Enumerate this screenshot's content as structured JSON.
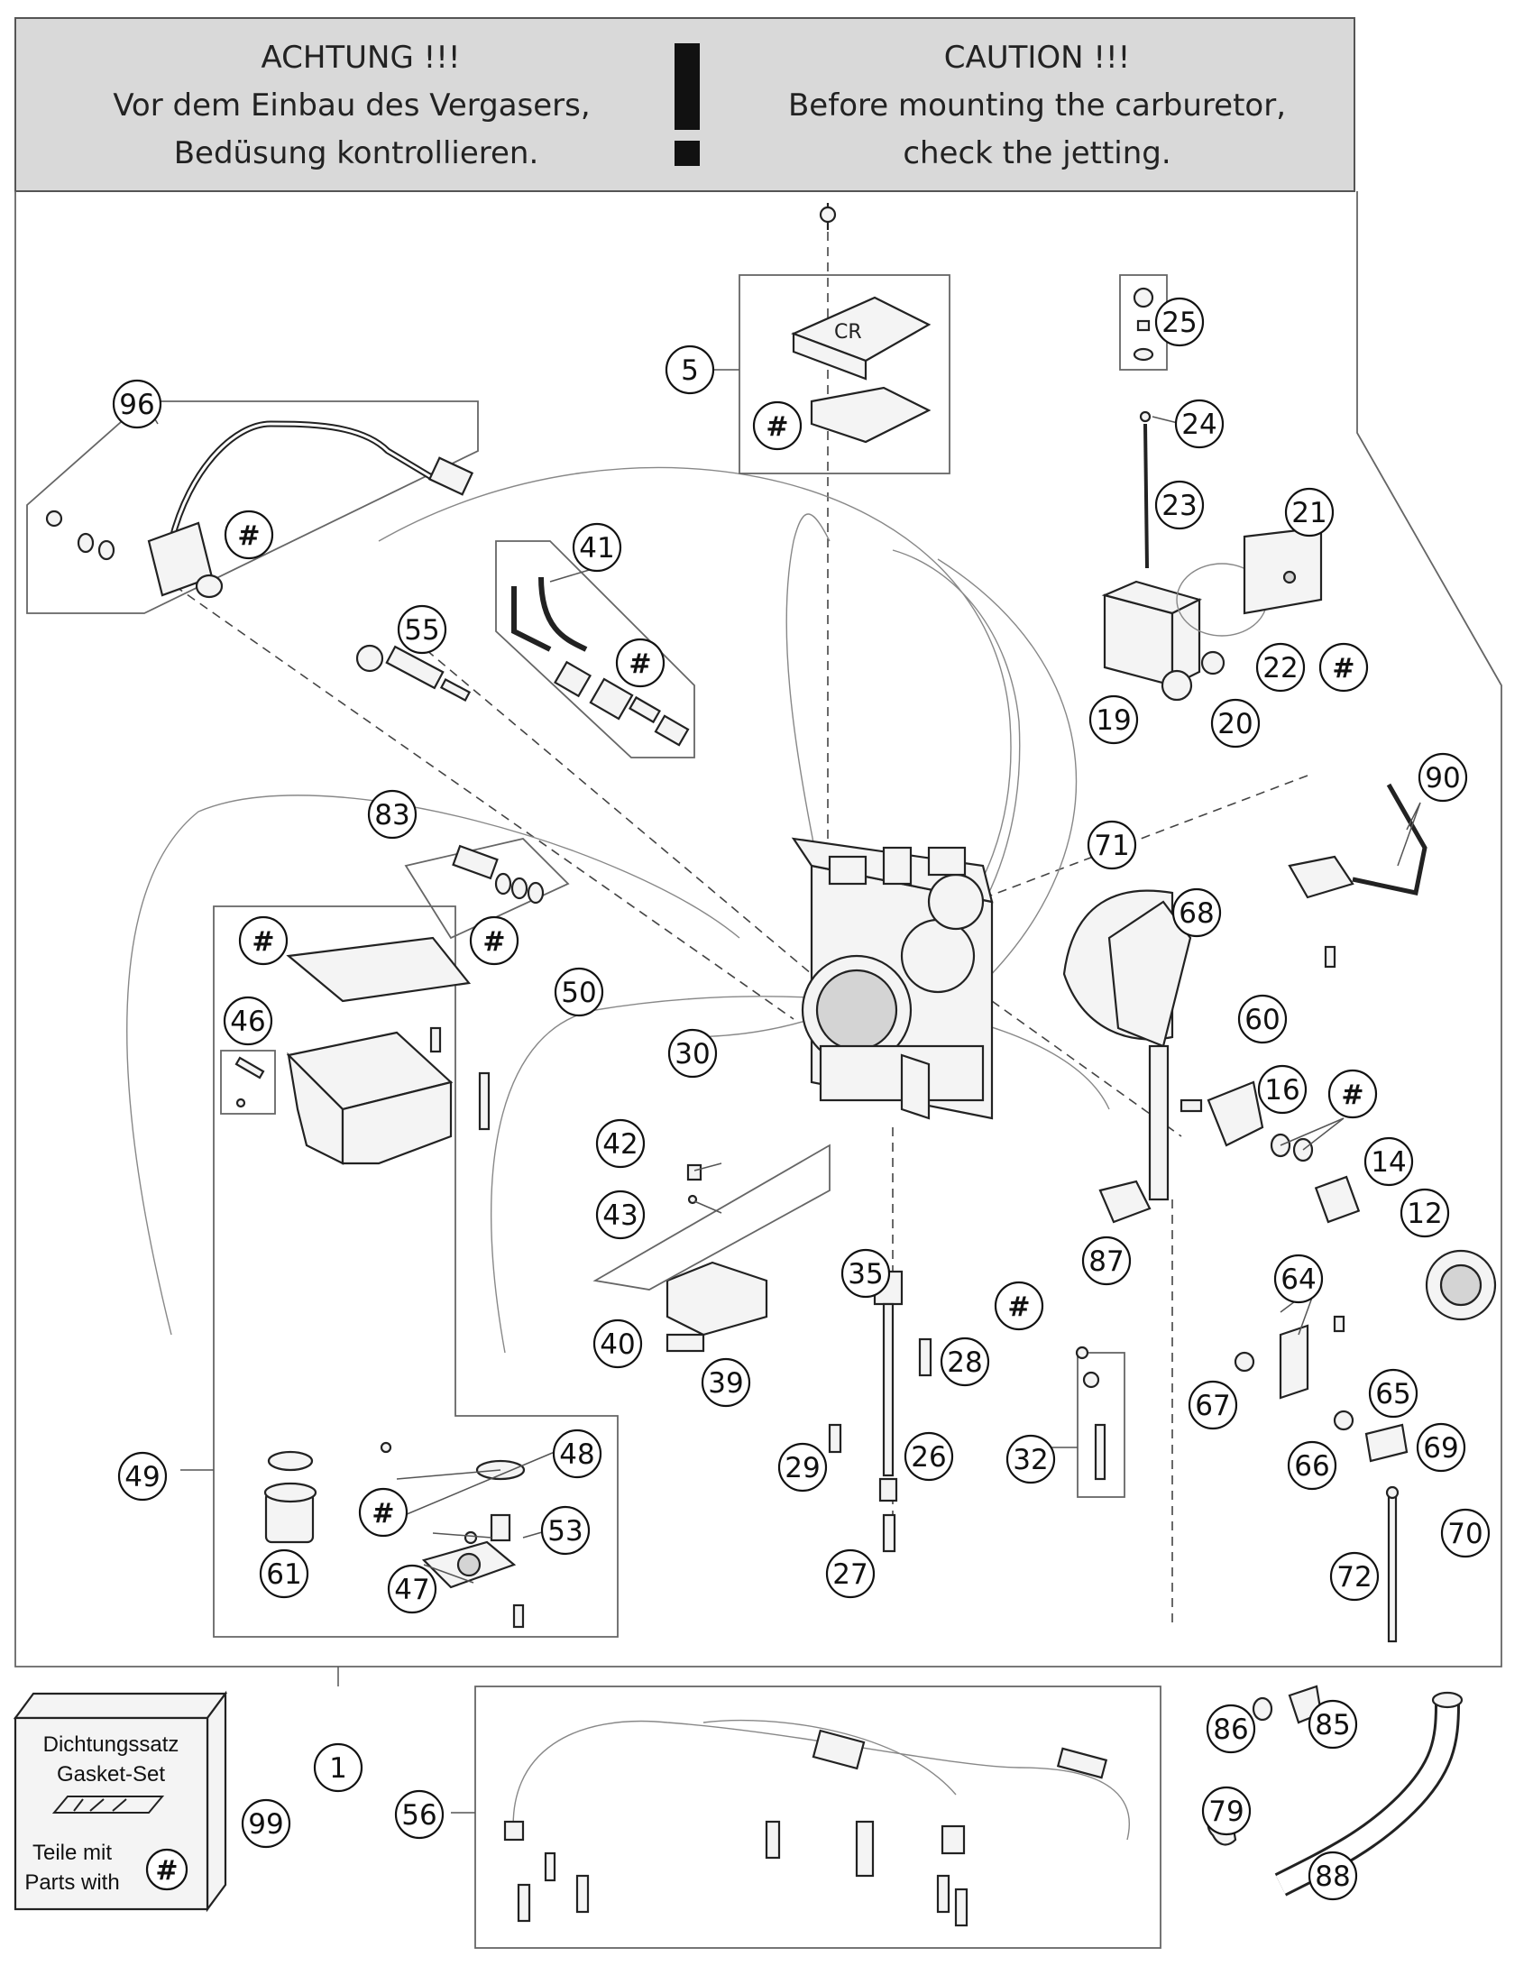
{
  "banner": {
    "german": [
      "ACHTUNG !!!",
      "Vor dem Einbau des Vergasers,",
      "Bedüsung kontrollieren."
    ],
    "english": [
      "CAUTION !!!",
      "Before mounting the carburetor,",
      "check the jetting."
    ],
    "bg_color": "#d9d9d9"
  },
  "kit_box": {
    "line1": "Dichtungssatz",
    "line2": "Gasket-Set",
    "line3": "Teile mit",
    "line4": "Parts with",
    "symbol": "#"
  },
  "callouts": {
    "c1": "1",
    "c5": "5",
    "c12": "12",
    "c14": "14",
    "c16": "16",
    "c19": "19",
    "c20": "20",
    "c21": "21",
    "c22": "22",
    "c23": "23",
    "c24": "24",
    "c25": "25",
    "c26": "26",
    "c27": "27",
    "c28": "28",
    "c29": "29",
    "c30": "30",
    "c32": "32",
    "c35": "35",
    "c39": "39",
    "c40": "40",
    "c41": "41",
    "c42": "42",
    "c43": "43",
    "c46": "46",
    "c47": "47",
    "c48": "48",
    "c49": "49",
    "c50": "50",
    "c53": "53",
    "c55": "55",
    "c56": "56",
    "c60": "60",
    "c61": "61",
    "c64": "64",
    "c65": "65",
    "c66": "66",
    "c67": "67",
    "c68": "68",
    "c69": "69",
    "c70": "70",
    "c71": "71",
    "c72": "72",
    "c79": "79",
    "c83": "83",
    "c85": "85",
    "c86": "86",
    "c87": "87",
    "c88": "88",
    "c90": "90",
    "c96": "96",
    "c99": "99",
    "hash": "#"
  }
}
